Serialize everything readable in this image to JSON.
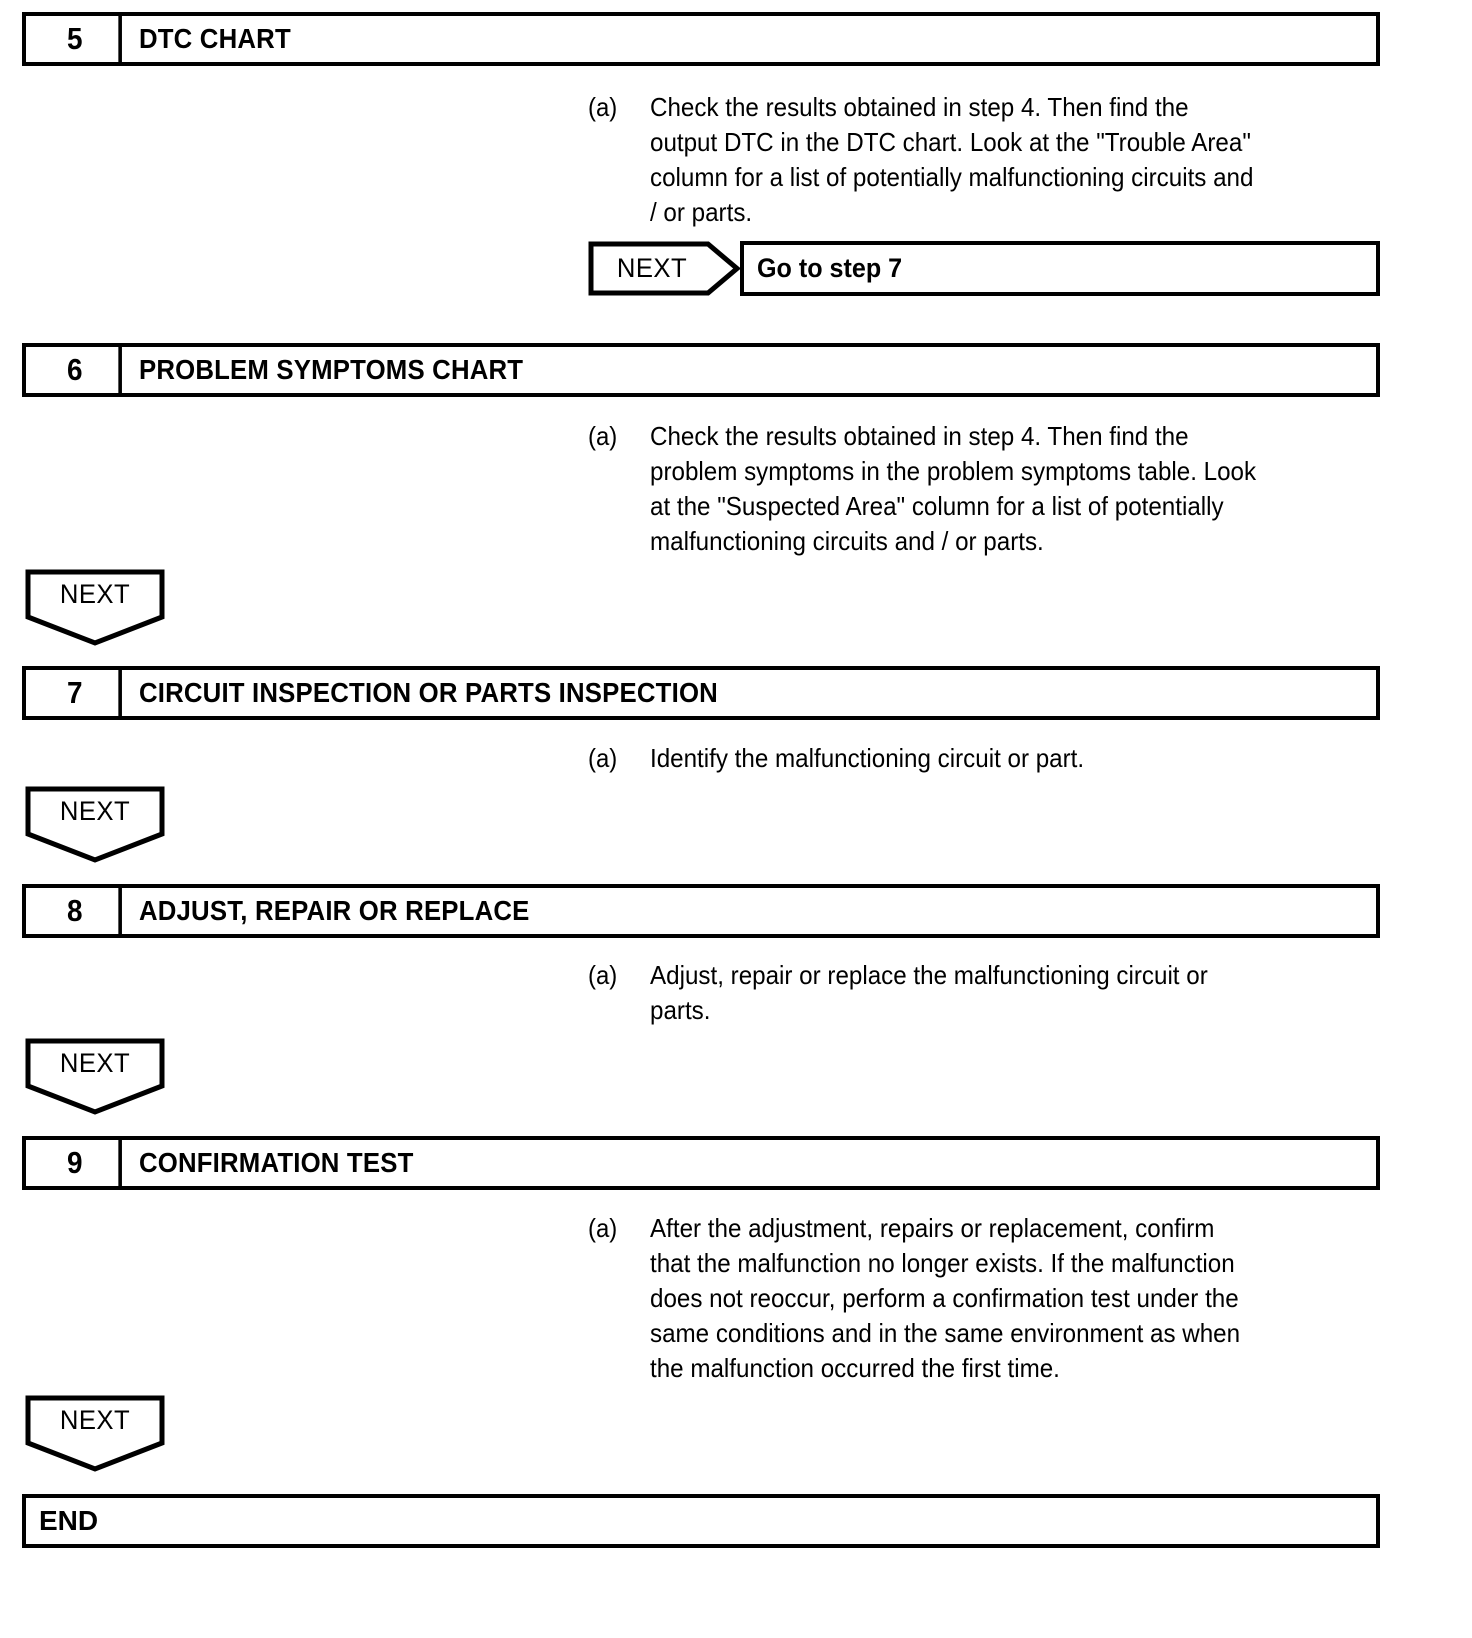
{
  "document": {
    "type": "diagnostic-flowchart",
    "title": "Troubleshooting Procedure Flowchart (steps 5-9)"
  },
  "steps": [
    {
      "number": "5",
      "title": "DTC CHART",
      "items": [
        {
          "label": "(a)",
          "text": "Check the results obtained in step 4. Then find the\noutput DTC in the DTC chart. Look at the \"Trouble Area\"\ncolumn for a list of potentially malfunctioning circuits and\n/ or parts."
        }
      ],
      "connector": {
        "kind": "next-right",
        "label": "NEXT",
        "target": "Go to step 7"
      }
    },
    {
      "number": "6",
      "title": "PROBLEM SYMPTOMS CHART",
      "items": [
        {
          "label": "(a)",
          "text": "Check the results obtained in step 4. Then find the\nproblem symptoms in the problem symptoms table. Look\nat the \"Suspected Area\" column for a list of potentially\nmalfunctioning circuits and / or parts."
        }
      ],
      "connector": {
        "kind": "next-down",
        "label": "NEXT"
      }
    },
    {
      "number": "7",
      "title": "CIRCUIT INSPECTION OR PARTS INSPECTION",
      "items": [
        {
          "label": "(a)",
          "text": "Identify the malfunctioning circuit or part."
        }
      ],
      "connector": {
        "kind": "next-down",
        "label": "NEXT"
      }
    },
    {
      "number": "8",
      "title": "ADJUST, REPAIR OR REPLACE",
      "items": [
        {
          "label": "(a)",
          "text": "Adjust, repair or replace the malfunctioning circuit or\nparts."
        }
      ],
      "connector": {
        "kind": "next-down",
        "label": "NEXT"
      }
    },
    {
      "number": "9",
      "title": "CONFIRMATION TEST",
      "items": [
        {
          "label": "(a)",
          "text": "After the adjustment, repairs or replacement, confirm\nthat the malfunction no longer exists. If the malfunction\ndoes not reoccur, perform a confirmation test under the\nsame conditions and in the same environment as when\nthe malfunction occurred the first time."
        }
      ],
      "connector": {
        "kind": "next-down",
        "label": "NEXT"
      }
    }
  ],
  "end": {
    "label": "END"
  },
  "colors": {
    "ink": "#000000",
    "paper": "#ffffff"
  }
}
